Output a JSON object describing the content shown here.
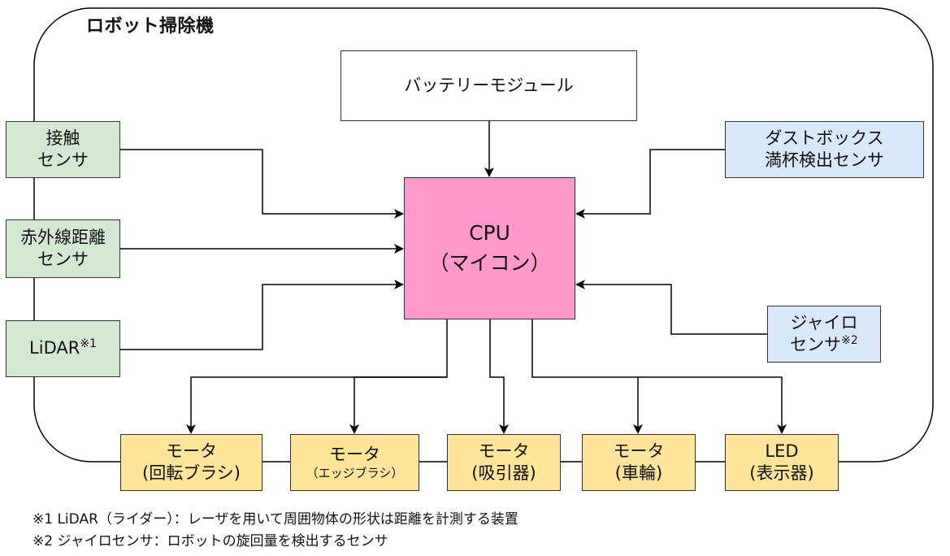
{
  "title": "ロボット掃除機",
  "cpu": {
    "line1": "CPU",
    "line2": "（マイコン）"
  },
  "battery": "バッテリーモジュール",
  "inputs": {
    "touch": {
      "line1": "接触",
      "line2": "センサ"
    },
    "ir": {
      "line1": "赤外線距離",
      "line2": "センサ"
    },
    "lidar": {
      "label": "LiDAR",
      "mark": "※1"
    },
    "dustbox": {
      "line1": "ダストボックス",
      "line2": "満杯検出センサ"
    },
    "gyro": {
      "line1": "ジャイロ",
      "line2": "センサ",
      "mark": "※2"
    }
  },
  "outputs": {
    "motor_brush": {
      "line1": "モータ",
      "line2": "(回転ブラシ)"
    },
    "motor_edge": {
      "line1": "モータ",
      "line2": "（エッジブラシ）"
    },
    "motor_suction": {
      "line1": "モータ",
      "line2": "(吸引器)"
    },
    "motor_wheel": {
      "line1": "モータ",
      "line2": "(車輪)"
    },
    "led": {
      "line1": "LED",
      "line2": "(表示器)"
    }
  },
  "notes": [
    "※1 LiDAR（ライダー）：レーザを用いて周囲物体の形状は距離を計測する装置",
    "※2 ジャイロセンサ：ロボットの旋回量を検出するセンサ"
  ],
  "colors": {
    "cpu": "#ff99cc",
    "input_left": "#d5e8d4",
    "input_right": "#dae8fc",
    "output": "#ffe599",
    "battery": "#ffffff"
  }
}
